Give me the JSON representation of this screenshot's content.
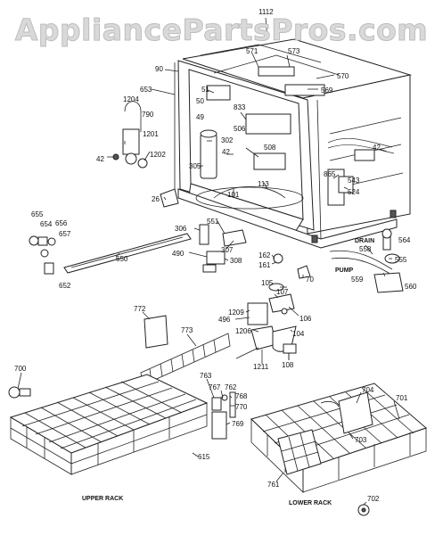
{
  "watermark": "AppliancePartsPros.com",
  "captions": {
    "upper_rack": "UPPER RACK",
    "lower_rack": "LOWER RACK",
    "drain": "DRAIN",
    "pump": "PUMP"
  },
  "callouts": [
    {
      "id": "c1112",
      "text": "1112"
    },
    {
      "id": "c571",
      "text": "571"
    },
    {
      "id": "c573",
      "text": "573"
    },
    {
      "id": "c570",
      "text": "570"
    },
    {
      "id": "c569",
      "text": "569"
    },
    {
      "id": "c90",
      "text": "90"
    },
    {
      "id": "c653",
      "text": "653"
    },
    {
      "id": "c51",
      "text": "51"
    },
    {
      "id": "c50",
      "text": "50"
    },
    {
      "id": "c49",
      "text": "49"
    },
    {
      "id": "c833",
      "text": "833"
    },
    {
      "id": "c1204",
      "text": "1204"
    },
    {
      "id": "c790",
      "text": "790"
    },
    {
      "id": "c1201",
      "text": "1201"
    },
    {
      "id": "c1202",
      "text": "1202"
    },
    {
      "id": "c42a",
      "text": "42"
    },
    {
      "id": "c506",
      "text": "506"
    },
    {
      "id": "c302",
      "text": "302"
    },
    {
      "id": "c508",
      "text": "508"
    },
    {
      "id": "c42b",
      "text": "42"
    },
    {
      "id": "c305",
      "text": "305"
    },
    {
      "id": "c42c",
      "text": "42"
    },
    {
      "id": "c865",
      "text": "865"
    },
    {
      "id": "c543",
      "text": "543"
    },
    {
      "id": "c113",
      "text": "113"
    },
    {
      "id": "c524",
      "text": "524"
    },
    {
      "id": "c26",
      "text": "26"
    },
    {
      "id": "c101",
      "text": "101"
    },
    {
      "id": "c655",
      "text": "655"
    },
    {
      "id": "c654",
      "text": "654"
    },
    {
      "id": "c656",
      "text": "656"
    },
    {
      "id": "c657",
      "text": "657"
    },
    {
      "id": "c650",
      "text": "650"
    },
    {
      "id": "c652",
      "text": "652"
    },
    {
      "id": "c306",
      "text": "306"
    },
    {
      "id": "c551",
      "text": "551"
    },
    {
      "id": "c307",
      "text": "307"
    },
    {
      "id": "c490",
      "text": "490"
    },
    {
      "id": "c308",
      "text": "308"
    },
    {
      "id": "c162",
      "text": "162"
    },
    {
      "id": "c161",
      "text": "161"
    },
    {
      "id": "c70",
      "text": "70"
    },
    {
      "id": "c564",
      "text": "564"
    },
    {
      "id": "c558",
      "text": "558"
    },
    {
      "id": "c555",
      "text": "555"
    },
    {
      "id": "c559",
      "text": "559"
    },
    {
      "id": "c560",
      "text": "560"
    },
    {
      "id": "c105",
      "text": "105"
    },
    {
      "id": "c107",
      "text": "107"
    },
    {
      "id": "c1209",
      "text": "1209"
    },
    {
      "id": "c496",
      "text": "496"
    },
    {
      "id": "c106",
      "text": "106"
    },
    {
      "id": "c104",
      "text": "104"
    },
    {
      "id": "c1206",
      "text": "1206"
    },
    {
      "id": "c108",
      "text": "108"
    },
    {
      "id": "c1211",
      "text": "1211"
    },
    {
      "id": "c772",
      "text": "772"
    },
    {
      "id": "c773",
      "text": "773"
    },
    {
      "id": "c700",
      "text": "700"
    },
    {
      "id": "c763",
      "text": "763"
    },
    {
      "id": "c767",
      "text": "767"
    },
    {
      "id": "c762",
      "text": "762"
    },
    {
      "id": "c768",
      "text": "768"
    },
    {
      "id": "c770",
      "text": "770"
    },
    {
      "id": "c769",
      "text": "769"
    },
    {
      "id": "c615",
      "text": "615"
    },
    {
      "id": "c704",
      "text": "704"
    },
    {
      "id": "c701",
      "text": "701"
    },
    {
      "id": "c703",
      "text": "703"
    },
    {
      "id": "c761",
      "text": "761"
    },
    {
      "id": "c702",
      "text": "702"
    }
  ]
}
